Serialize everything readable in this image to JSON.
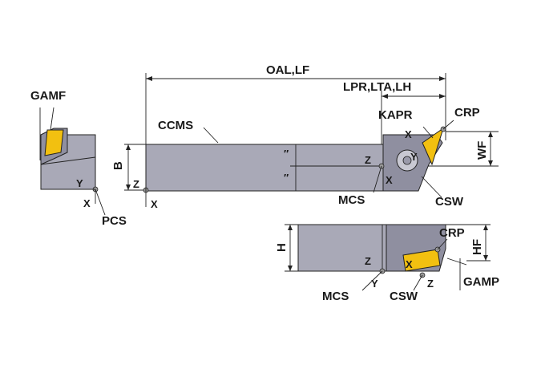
{
  "labels": {
    "gamf": "GAMF",
    "oal_lf": "OAL,LF",
    "lpr_lta_lh": "LPR,LTA,LH",
    "kapr": "KAPR",
    "crp_top": "CRP",
    "ccms": "CCMS",
    "b": "B",
    "wf": "WF",
    "pcs": "PCS",
    "mcs_top": "MCS",
    "csw_top": "CSW",
    "h": "H",
    "hf": "HF",
    "crp_bottom": "CRP",
    "mcs_bottom": "MCS",
    "csw_bottom": "CSW",
    "gamp": "GAMP"
  },
  "axes": {
    "x": "X",
    "y": "Y",
    "z": "Z"
  },
  "colors": {
    "body": "#a9a9b7",
    "body_dark": "#8f8fa0",
    "insert": "#f2c010",
    "line": "#222222"
  }
}
